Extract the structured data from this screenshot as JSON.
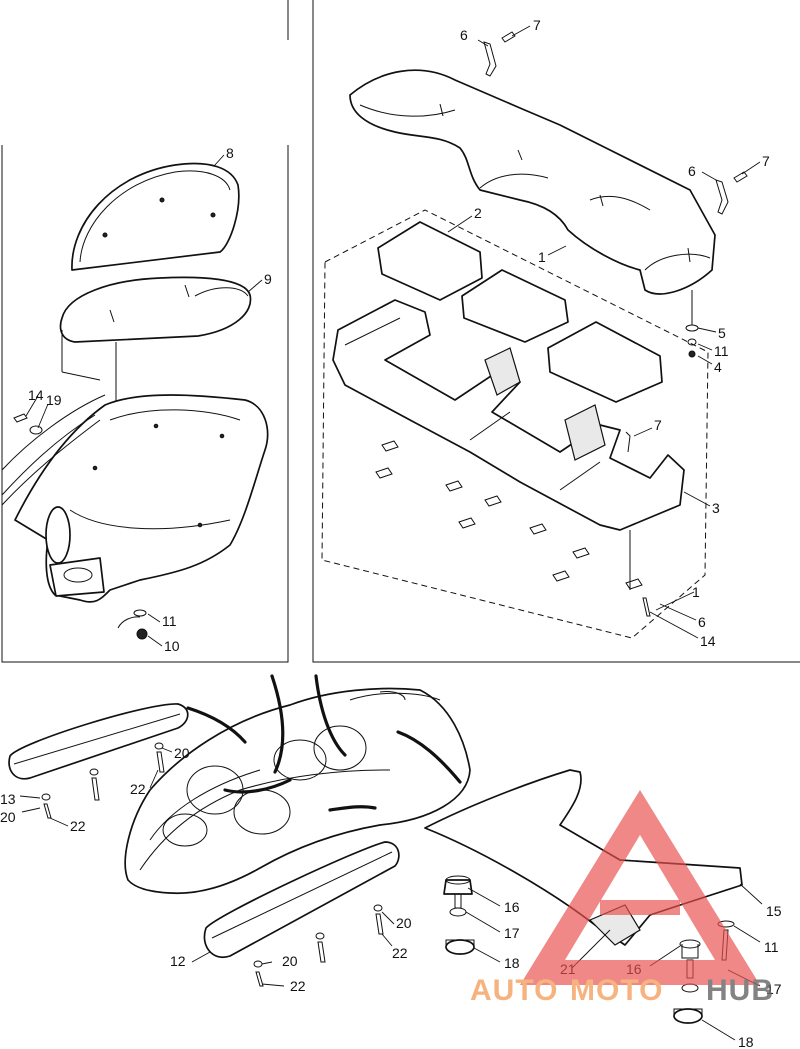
{
  "callouts": {
    "c1": "1",
    "c2": "2",
    "c3": "3",
    "c4": "4",
    "c5": "5",
    "c6a": "6",
    "c7a": "7",
    "c6b": "6",
    "c7b": "7",
    "c7c": "7",
    "c11a": "11",
    "c6c": "6",
    "c14": "14",
    "c8": "8",
    "c9": "9",
    "c14b": "14",
    "c19": "19",
    "c11b": "11",
    "c10": "10",
    "c13": "13",
    "c20a": "20",
    "c22a": "22",
    "c20b": "20",
    "c22b": "22",
    "c12": "12",
    "c20c": "20",
    "c22c": "22",
    "c20d": "20",
    "c22d": "22",
    "c16a": "16",
    "c17a": "17",
    "c18a": "18",
    "c21": "21",
    "c15": "15",
    "c11c": "11",
    "c16b": "16",
    "c17b": "17",
    "c18b": "18",
    "c1b": "1"
  },
  "watermark": {
    "brand_part1": "AUTO",
    "brand_part2": "MOTO",
    "brand_part3": "HUB",
    "colors": {
      "orange": "#f5a66b",
      "red": "#e8504f",
      "gray": "#6e6e6e"
    }
  }
}
